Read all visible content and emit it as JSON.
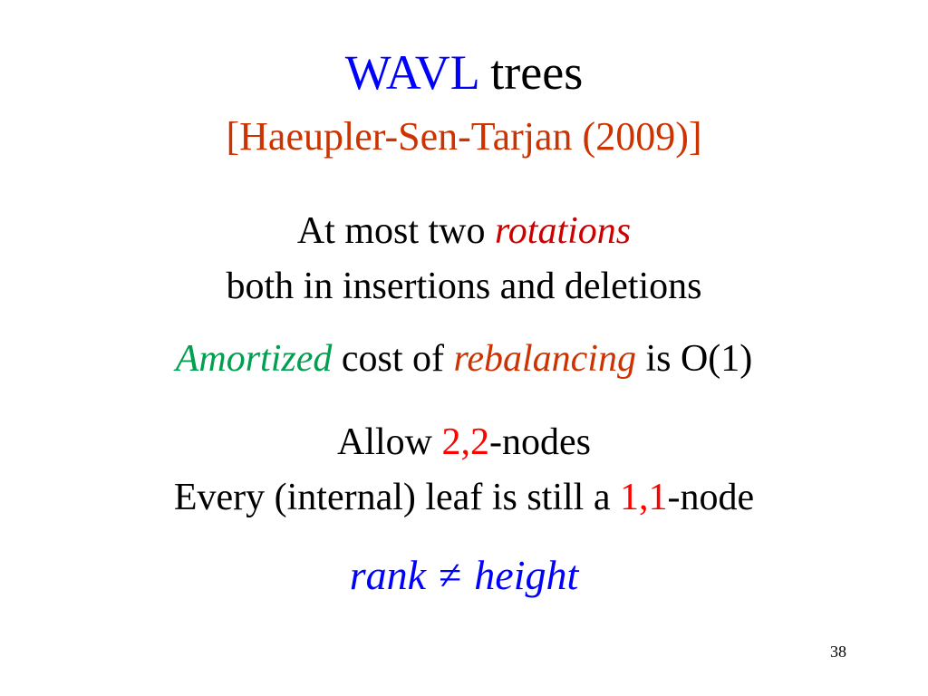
{
  "slide": {
    "title": {
      "acronym": "WAVL",
      "rest": " trees"
    },
    "subtitle": "[Haeupler-Sen-Tarjan (2009)]",
    "lines": [
      {
        "before": "At most two ",
        "emph": "rotations",
        "after": ""
      },
      {
        "text": "both in insertions and deletions"
      },
      {
        "emph1": "Amortized",
        "mid": " cost of ",
        "emph2": "rebalancing",
        "after": " is O(1)"
      },
      {
        "before": "Allow ",
        "emph": "2,2",
        "after": "-nodes"
      },
      {
        "before": "Every (internal) leaf is still a ",
        "emph": "1,1",
        "after": "-node"
      }
    ],
    "formula": {
      "left": "rank",
      "op": "≠",
      "right": "height"
    },
    "page_number": "38"
  },
  "colors": {
    "blue": "#0000ff",
    "brown_red": "#cc3300",
    "dark_red": "#cc0000",
    "green": "#00a050",
    "red": "#ff0000",
    "black": "#000000"
  }
}
